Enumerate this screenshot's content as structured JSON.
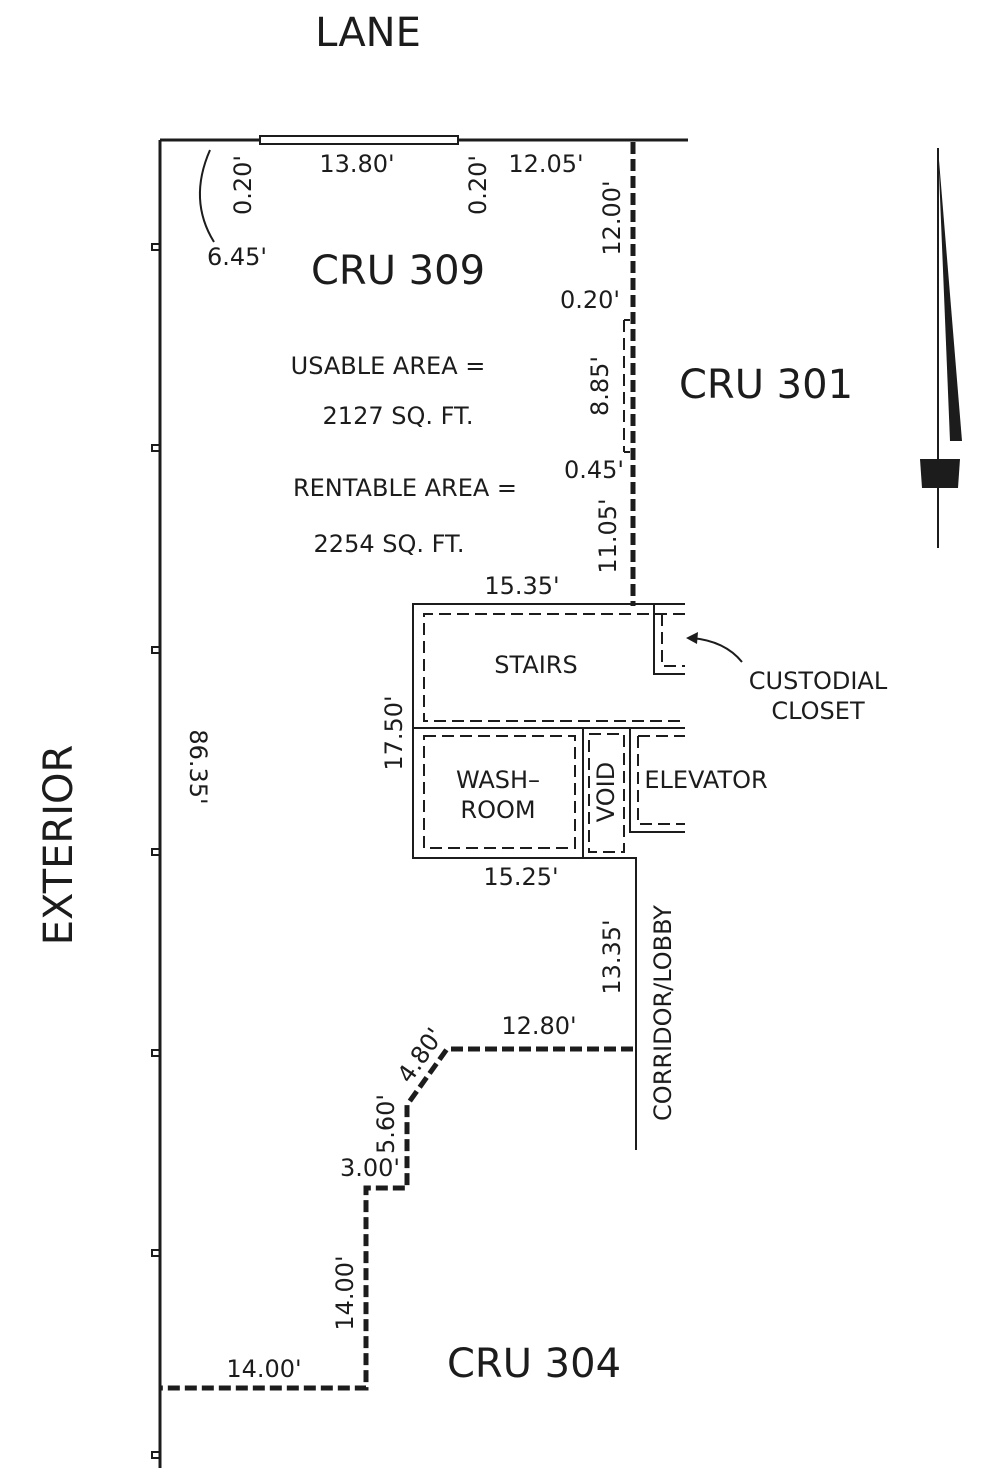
{
  "labels": {
    "lane": "LANE",
    "exterior": "EXTERIOR",
    "unit": "CRU 309",
    "usable_area_label": "USABLE AREA =",
    "usable_area_value": "2127 SQ. FT.",
    "rentable_area_label": "RENTABLE AREA =",
    "rentable_area_value": "2254 SQ. FT.",
    "neighbor_east": "CRU 301",
    "neighbor_south": "CRU 304",
    "stairs": "STAIRS",
    "custodial_line1": "CUSTODIAL",
    "custodial_line2": "CLOSET",
    "washroom_line1": "WASH–",
    "washroom_line2": "ROOM",
    "void": "VOID",
    "elevator": "ELEVATOR",
    "corridor": "CORRIDOR/LOBBY"
  },
  "dimensions": {
    "d_0_20_a": "0.20'",
    "d_13_80": "13.80'",
    "d_0_20_b": "0.20'",
    "d_12_05": "12.05'",
    "d_6_45": "6.45'",
    "d_12_00": "12.00'",
    "d_0_20_c": "0.20'",
    "d_8_85": "8.85'",
    "d_0_45": "0.45'",
    "d_11_05": "11.05'",
    "d_15_35": "15.35'",
    "d_17_50": "17.50'",
    "d_86_35": "86.35'",
    "d_15_25": "15.25'",
    "d_13_35": "13.35'",
    "d_12_80": "12.80'",
    "d_4_80": "4.80'",
    "d_5_60": "5.60'",
    "d_3_00": "3.00'",
    "d_14_00_v": "14.00'",
    "d_14_00_h": "14.00'"
  }
}
